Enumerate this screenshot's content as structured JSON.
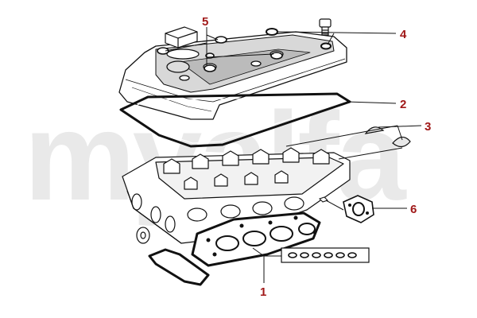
{
  "watermark": {
    "text": "myalfa"
  },
  "colors": {
    "callout": "#a01818",
    "line": "#111111",
    "watermark": "#e9e9e9"
  },
  "callouts": [
    {
      "id": "1",
      "label": "1"
    },
    {
      "id": "2",
      "label": "2"
    },
    {
      "id": "3",
      "label": "3"
    },
    {
      "id": "4",
      "label": "4"
    },
    {
      "id": "5",
      "label": "5"
    },
    {
      "id": "6",
      "label": "6"
    }
  ]
}
